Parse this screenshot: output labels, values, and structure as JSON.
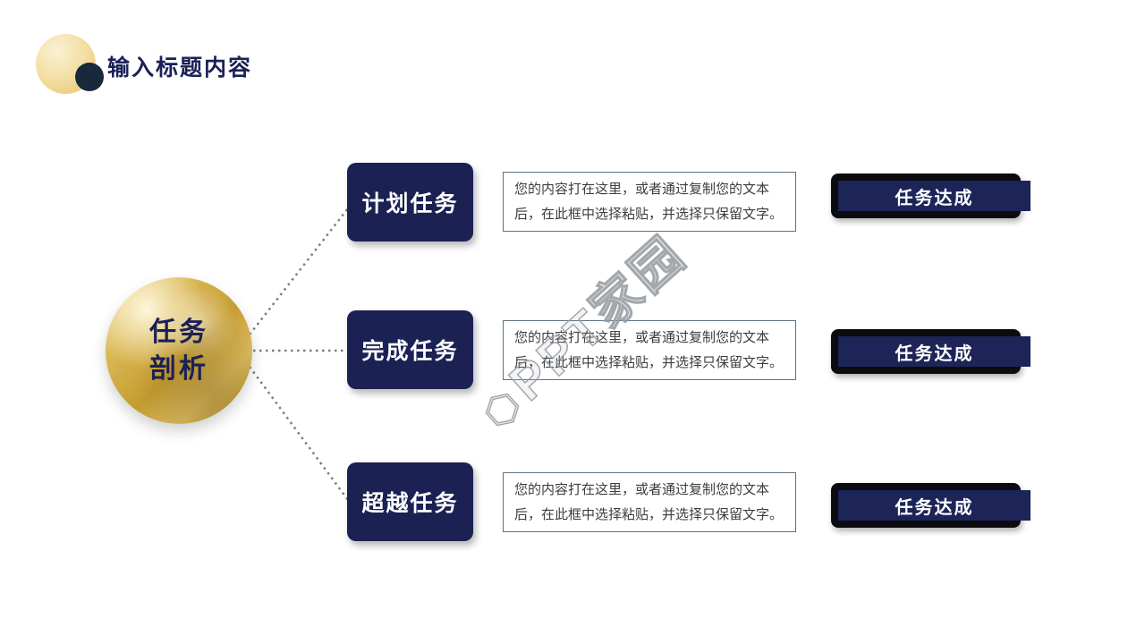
{
  "header": {
    "title": "输入标题内容"
  },
  "center_circle": {
    "line1": "任务",
    "line2": "剖析"
  },
  "rows": [
    {
      "task": "计划任务",
      "description": "您的内容打在这里，或者通过复制您的文本后，在此框中选择粘贴，并选择只保留文字。",
      "result": "任务达成"
    },
    {
      "task": "完成任务",
      "description": "您的内容打在这里，或者通过复制您的文本后，在此框中选择粘贴，并选择只保留文字。",
      "result": "任务达成"
    },
    {
      "task": "超越任务",
      "description": "您的内容打在这里，或者通过复制您的文本后，在此框中选择粘贴，并选择只保留文字。",
      "result": "任务达成"
    }
  ],
  "watermark": {
    "text": "PPT家园"
  },
  "colors": {
    "navy_box": "#1b2153",
    "bar_navy": "#1d2458",
    "bar_black": "#0b0b10",
    "title_navy": "#1b2156",
    "gold": "#d4af37",
    "connector_gray": "#7d7d7d",
    "card_border": "#5f7280"
  }
}
